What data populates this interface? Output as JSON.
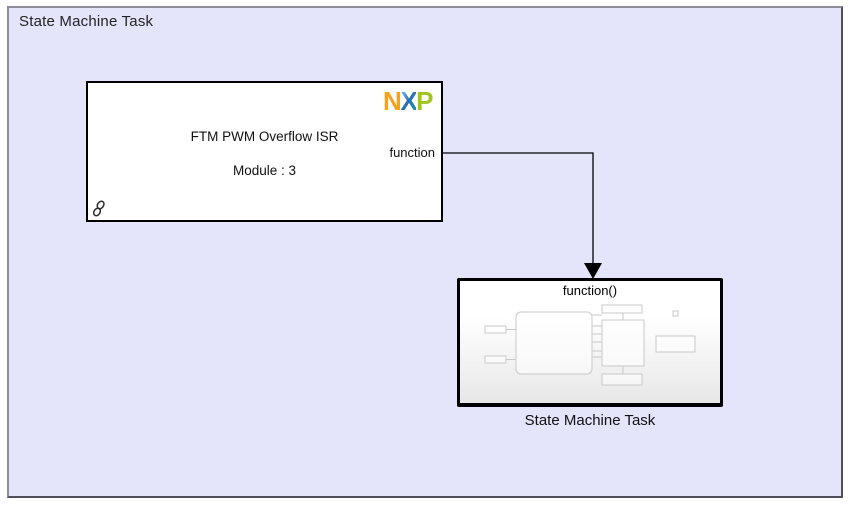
{
  "colors": {
    "canvas_bg": "#ffffff",
    "area_bg": "#e4e4fa",
    "area_border": "#6e6e7a",
    "nxp_orange": "#f9a11b",
    "nxp_blue": "#2d8fc9",
    "nxp_green": "#9fc51e",
    "wire": "#000000"
  },
  "area": {
    "title": "State Machine Task"
  },
  "isr_block": {
    "label_line1": "FTM PWM Overflow ISR",
    "label_line2": "Module : 3",
    "output_port_label": "function",
    "logo": {
      "letter_n": "N",
      "letter_x": "X",
      "letter_p": "P"
    },
    "badge_icon": "library-link-icon"
  },
  "subsystem": {
    "trigger_label": "function()",
    "name": "State Machine Task"
  }
}
